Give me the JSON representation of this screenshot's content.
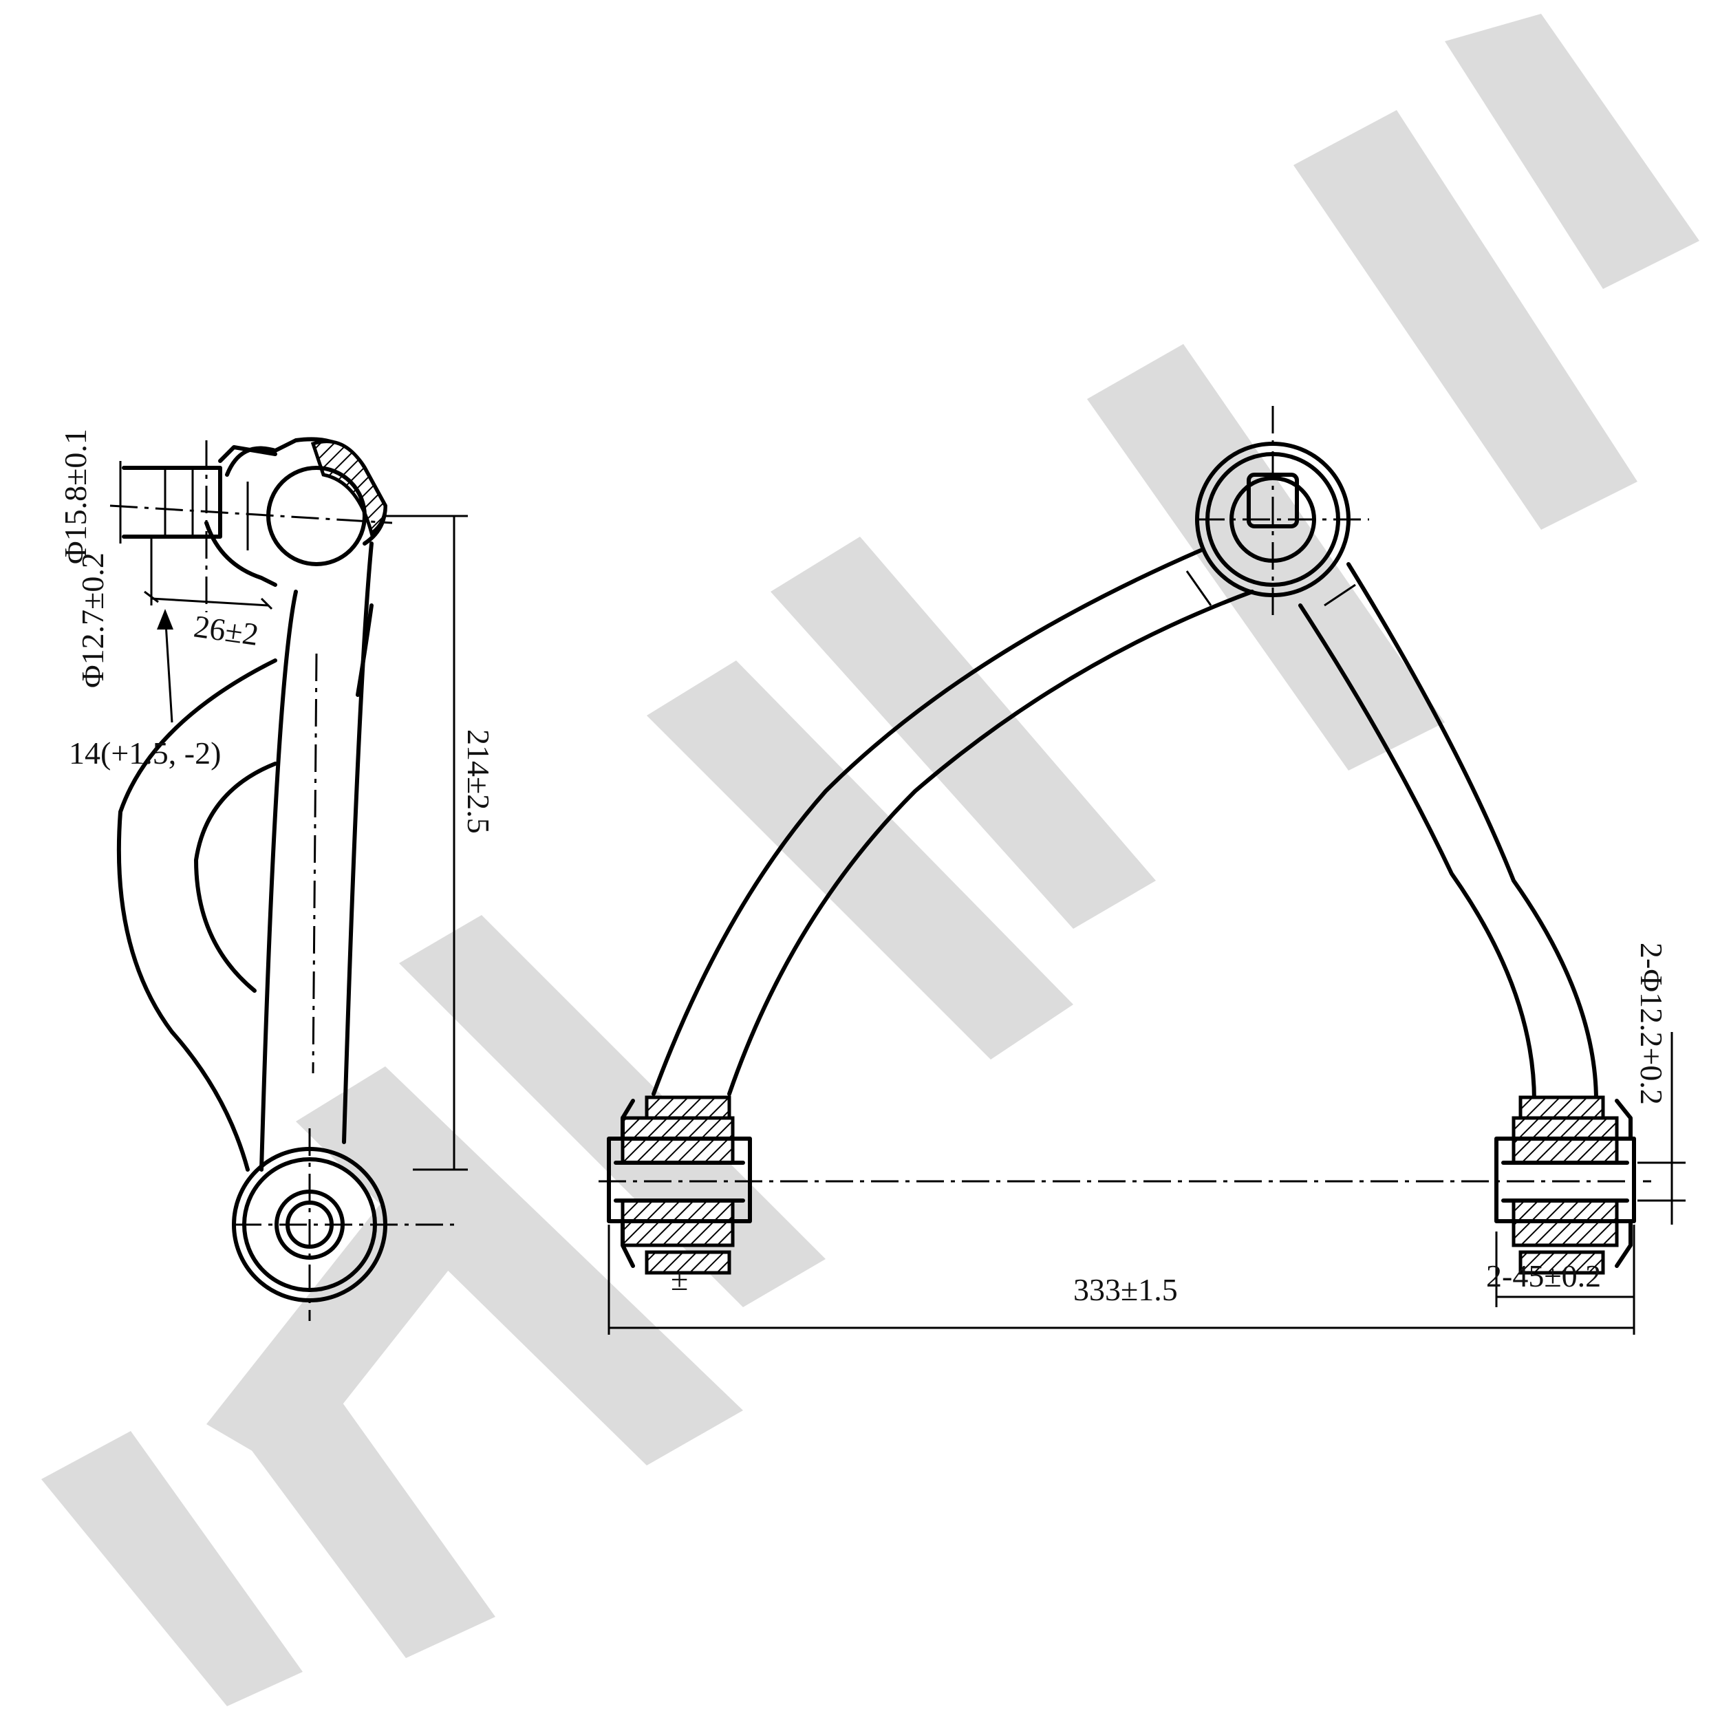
{
  "drawing": {
    "dimensions": {
      "ball_stud_diameter": "Φ15.8±0.1",
      "taper_diameter": "Φ12.7±0.2",
      "stud_length": "26±2",
      "stud_offset": "14(+1.5, -2)",
      "arm_height": "214±2.5",
      "bushing_span": "333±1.5",
      "bushing_length": "2-45±0.2",
      "bushing_bore": "2-Φ12.2+0.2",
      "tolerance_symbol": "±"
    },
    "colors": {
      "line": "#000000",
      "watermark": "#dcdcdc",
      "background": "#ffffff"
    }
  }
}
